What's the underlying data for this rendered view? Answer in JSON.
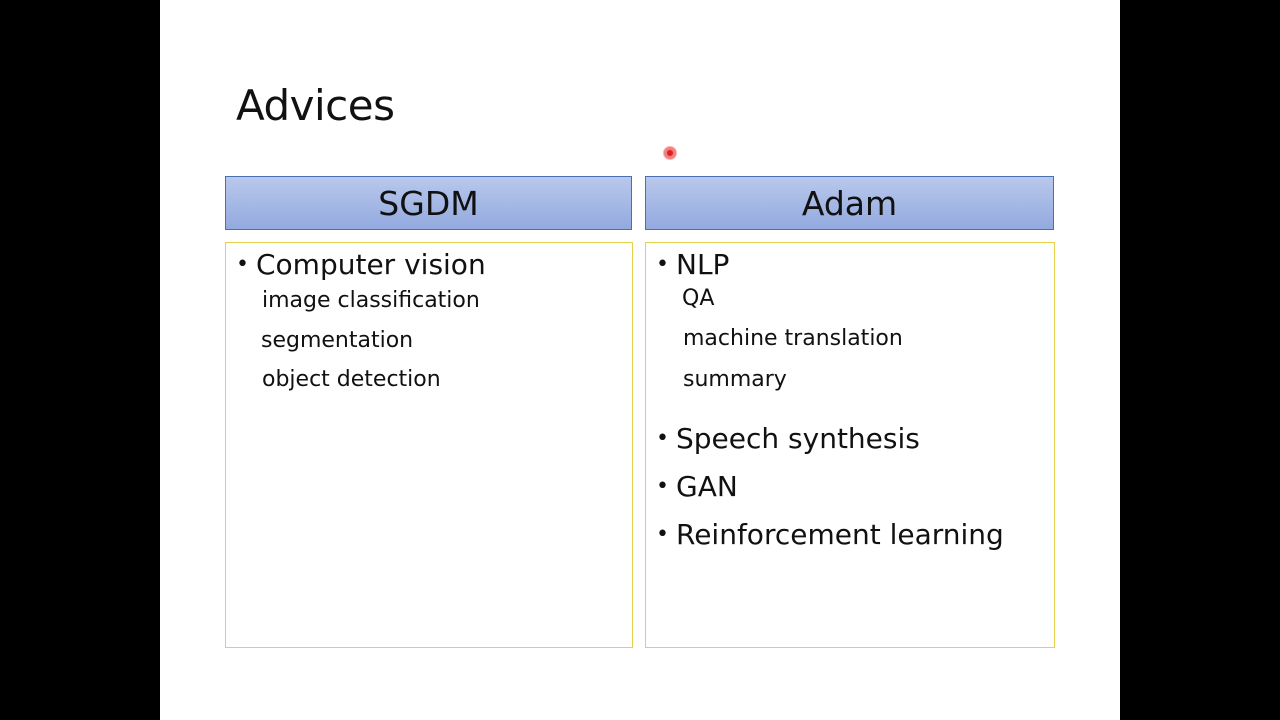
{
  "slide": {
    "title": "Advices",
    "columns": [
      {
        "header": "SGDM",
        "bullets": [
          {
            "text": "Computer vision",
            "subitems": [
              "image classification",
              "segmentation",
              "object detection"
            ]
          }
        ]
      },
      {
        "header": "Adam",
        "bullets": [
          {
            "text": "NLP",
            "subitems": [
              "QA",
              "machine translation",
              "summary"
            ]
          },
          {
            "text": "Speech synthesis",
            "subitems": []
          },
          {
            "text": "GAN",
            "subitems": []
          },
          {
            "text": "Reinforcement learning",
            "subitems": []
          }
        ]
      }
    ],
    "bullet_symbol": "•"
  },
  "colors": {
    "header_fill": "#93aadf",
    "header_border": "#4a6fb5",
    "panel_border": "#e6d24a",
    "pointer": "#e02020"
  },
  "icons": {
    "pointer": "laser-pointer-icon"
  }
}
